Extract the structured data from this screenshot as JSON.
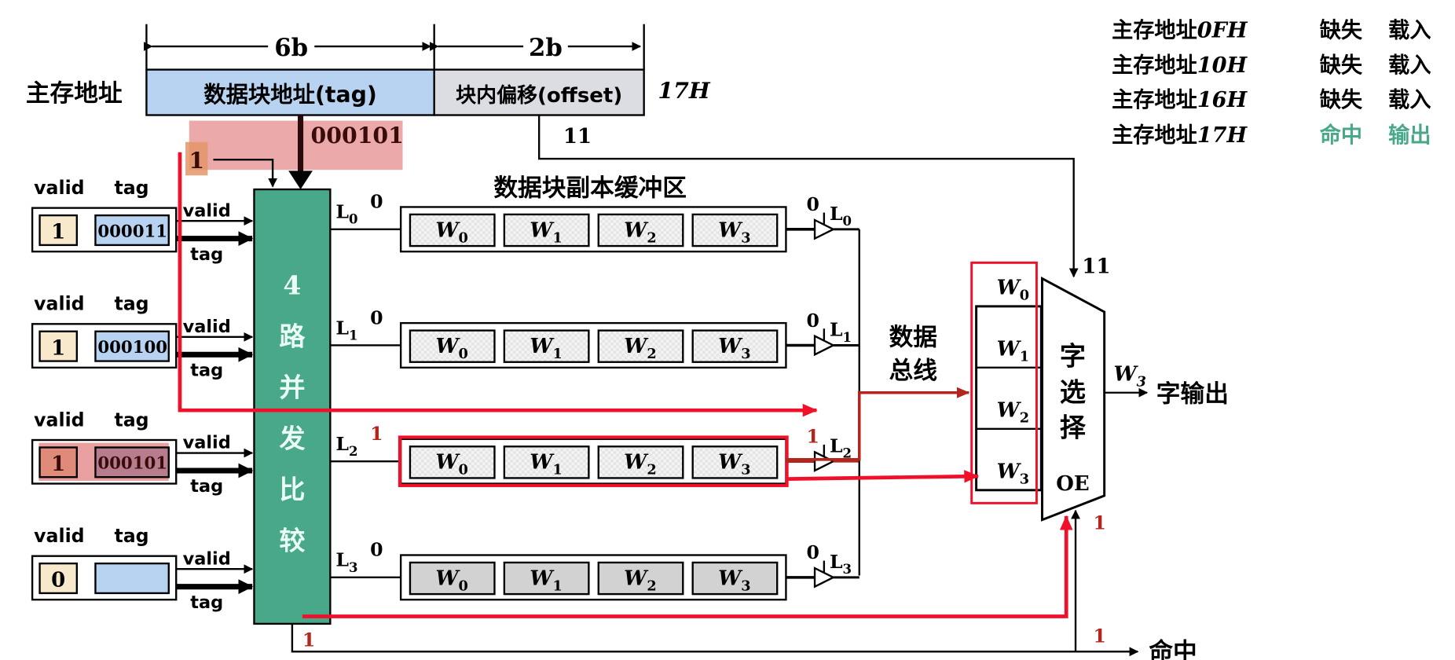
{
  "address": {
    "label": "主存地址",
    "tag_width": "6b",
    "offset_width": "2b",
    "tag_field": "数据块地址(tag)",
    "offset_field": "块内偏移(offset)",
    "current_address": "17H",
    "tag_value": "000101",
    "offset_value": "11",
    "valid_bit": "1"
  },
  "colors": {
    "tag_fill": "#b8d3f2",
    "offset_fill": "#dcdde3",
    "valid_fill": "#f8e8cc",
    "comparator": "#4aa88a",
    "highlight_red": "#f0102a",
    "hit_green": "#4aa88a",
    "signal_red": "#b3261e",
    "highlight_pink": "#e9a0a0"
  },
  "tag_directory": {
    "col_valid": "valid",
    "col_tag": "tag",
    "arrow_valid": "valid",
    "arrow_tag": "tag",
    "rows": [
      {
        "valid": "1",
        "tag": "000011",
        "line": "L",
        "idx": "0",
        "match": "0"
      },
      {
        "valid": "1",
        "tag": "000100",
        "line": "L",
        "idx": "1",
        "match": "0"
      },
      {
        "valid": "1",
        "tag": "000101",
        "line": "L",
        "idx": "2",
        "match": "1"
      },
      {
        "valid": "0",
        "tag": "",
        "line": "L",
        "idx": "3",
        "match": "0"
      }
    ]
  },
  "comparator": {
    "chars": [
      "4",
      "路",
      "并",
      "发",
      "比",
      "较"
    ],
    "hit_out": "1"
  },
  "buffer": {
    "title": "数据块副本缓冲区",
    "words": [
      {
        "w": "W",
        "i": "0"
      },
      {
        "w": "W",
        "i": "1"
      },
      {
        "w": "W",
        "i": "2"
      },
      {
        "w": "W",
        "i": "3"
      }
    ]
  },
  "bus": {
    "label_1": "数据",
    "label_2": "总线"
  },
  "word_select": {
    "chars": [
      "字",
      "选",
      "择"
    ],
    "oe": "OE",
    "select_in": "11",
    "oe_in": "1",
    "output_word": "W",
    "output_idx": "3",
    "output_label": "字输出",
    "hit_label": "命中",
    "hit_value": "1"
  },
  "access_log": {
    "rows": [
      {
        "addr": "主存地址",
        "hex": "0FH",
        "result": "缺失",
        "action": "载入",
        "hit": false
      },
      {
        "addr": "主存地址",
        "hex": "10H",
        "result": "缺失",
        "action": "载入",
        "hit": false
      },
      {
        "addr": "主存地址",
        "hex": "16H",
        "result": "缺失",
        "action": "载入",
        "hit": false
      },
      {
        "addr": "主存地址",
        "hex": "17H",
        "result": "命中",
        "action": "输出",
        "hit": true
      }
    ]
  }
}
